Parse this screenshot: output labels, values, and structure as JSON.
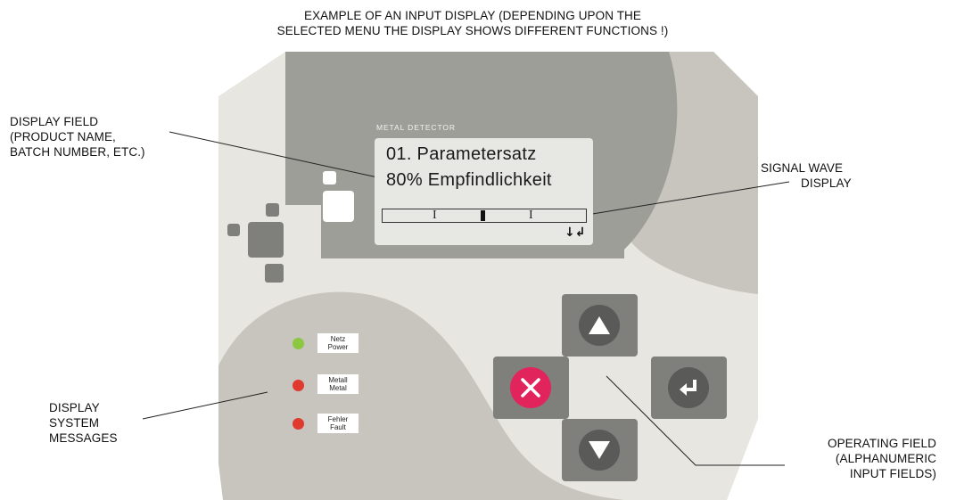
{
  "captions": {
    "top_line1": "EXAMPLE OF AN INPUT DISPLAY (DEPENDING UPON THE",
    "top_line2": "SELECTED MENU THE DISPLAY SHOWS DIFFERENT FUNCTIONS !)",
    "display_field": [
      "DISPLAY FIELD",
      "(PRODUCT NAME,",
      "BATCH NUMBER, ETC.)"
    ],
    "signal_wave": [
      "SIGNAL WAVE",
      "DISPLAY"
    ],
    "system_messages": [
      "DISPLAY",
      "SYSTEM",
      "MESSAGES"
    ],
    "operating_field": [
      "OPERATING FIELD",
      "(ALPHANUMERIC",
      "INPUT FIELDS)"
    ]
  },
  "lcd": {
    "header": "METAL DETECTOR",
    "line1": "01.  Parametersatz",
    "line2": "80% Empfindlichkeit",
    "tick_left": "I",
    "tick_right": "I",
    "enter_symbol": "↓↲"
  },
  "indicators": [
    {
      "line1": "Netz",
      "line2": "Power",
      "color": "#8dc63f"
    },
    {
      "line1": "Metall",
      "line2": "Metal",
      "color": "#e03a2f"
    },
    {
      "line1": "Fehler",
      "line2": "Fault",
      "color": "#e03a2f"
    }
  ],
  "keys": [
    {
      "name": "up-arrow-icon",
      "face_color": "#5a5a58"
    },
    {
      "name": "cancel-x-icon",
      "face_color": "#e2245c"
    },
    {
      "name": "enter-icon",
      "face_color": "#5a5a58"
    },
    {
      "name": "down-arrow-icon",
      "face_color": "#5a5a58"
    }
  ],
  "colors": {
    "panel_light": "#e8e6e1",
    "panel_mid": "#c8c4be",
    "display_housing": "#9e9e99",
    "key_body": "#7f7f7c"
  }
}
